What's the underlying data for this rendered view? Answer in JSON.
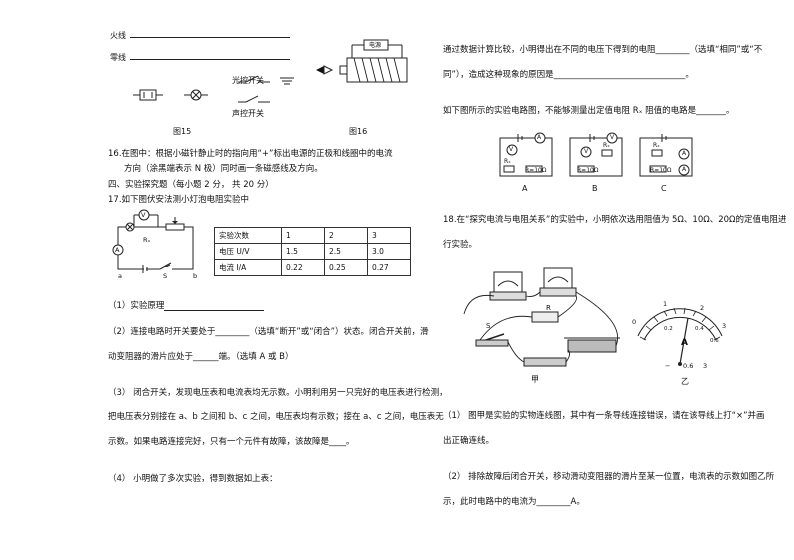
{
  "fig15": {
    "fire_label": "火线",
    "neutral_label": "零线",
    "light_switch_label": "光控开关",
    "sound_switch_label": "声控开关",
    "caption": "图15"
  },
  "fig16": {
    "power_label": "电源",
    "caption": "图16"
  },
  "q16": {
    "line1": "16.在图中：根据小磁针静止时的指向用“+”标出电源的正极和线圈中的电流",
    "line2": "方向（涂黑端表示 N 极）同时画一条磁感线及方向。"
  },
  "section4": "四、实验探究题（每小题 2 分，  共 20 分）",
  "q17": {
    "title": "17.如下图伏安法测小灯泡电阻实验中",
    "circuit": {
      "v": "V",
      "a": "A",
      "rx": "Rₓ",
      "s": "S",
      "a_pt": "a",
      "b_pt": "b"
    },
    "table": {
      "header": [
        "实验次数",
        "1",
        "2",
        "3"
      ],
      "rows": [
        [
          "电压 U/V",
          "1.5",
          "2.5",
          "3.0"
        ],
        [
          "电流 I/A",
          "0.22",
          "0.25",
          "0.27"
        ]
      ]
    },
    "p1": "（1）实验原理",
    "p2a": "（2）连接电路时开关要处于________（选填“断开”或“闭合”）状态。闭合开关前，滑",
    "p2b": "动变阻器的滑片应处于______端。（选填 A 或 B）",
    "p3a": "（3） 闭合开关，发现电压表和电流表均无示数。小明利用另一只完好的电压表进行检测，",
    "p3b": "把电压表分别接在 a、b 之间和 b、c 之间，电压表均有示数；接在 a、c 之间，电压表无",
    "p3c": "示数。如果电路连接完好，只有一个元件有故障，该故障是____。",
    "p4": "（4） 小明做了多次实验，得到数据如上表："
  },
  "right": {
    "r1": "通过数据计算比较，小明得出在不同的电压下得到的电阻________（选填“相同”或“不",
    "r2": "同”），造成这种现象的原因是_______________________________。",
    "r3": "如下图所示的实验电路图，不能够测量出定值电阻 Rₓ 阻值的电路是_______。",
    "circuits": [
      {
        "label": "A",
        "r0": "R=10Ω",
        "rx": "Rₓ",
        "meter": "V",
        "meter2": "A"
      },
      {
        "label": "B",
        "r0": "R=10Ω",
        "rx": "Rₓ",
        "meter": "V",
        "meter2": "V"
      },
      {
        "label": "C",
        "r0": "R=10Ω",
        "rx": "Rₓ",
        "meter": "A",
        "meter2": "A"
      }
    ],
    "q18a": "18.在“探究电流与电阻关系”的实验中，小明依次选用阻值为 5Ω、10Ω、20Ω的定值电阻进",
    "q18b": "行实验。",
    "fig_jia": "甲",
    "fig_yi": "乙",
    "dial": {
      "t0": "0",
      "t1": "1",
      "t2": "2",
      "t3": "3",
      "s02": "0.2",
      "s04": "0.4",
      "s06": "0.6",
      "A": "A",
      "m1": "−",
      "m2": "0.6",
      "m3": "3"
    },
    "s_label": "S",
    "r_label": "R",
    "p1a": "（1） 图甲是实验的实物连线图，其中有一条导线连接错误，请在该导线上打“×”并画",
    "p1b": "出正确连线。",
    "p2a": "（2） 排除故障后闭合开关，移动滑动变阻器的滑片至某一位置，电流表的示数如图乙所",
    "p2b": "示，此时电路中的电流为________A。"
  }
}
